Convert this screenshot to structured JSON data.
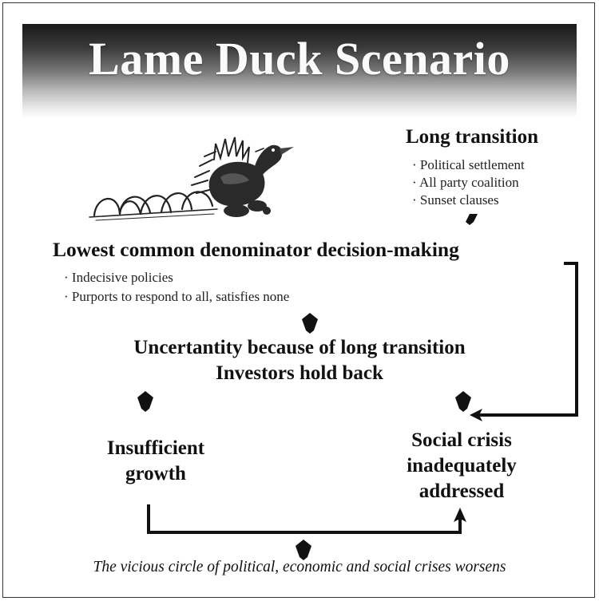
{
  "title": "Lame Duck Scenario",
  "long_transition": {
    "heading": "Long transition",
    "bullets": [
      "· Political settlement",
      "· All party coalition",
      "· Sunset clauses"
    ]
  },
  "decision_making": {
    "heading": "Lowest common denominator decision-making",
    "bullets": [
      "· Indecisive policies",
      "· Purports to respond to all, satisfies none"
    ]
  },
  "uncertainty": {
    "line1": "Uncertantity because of long transition",
    "line2": "Investors hold back"
  },
  "growth": {
    "line1": "Insufficient",
    "line2": "growth"
  },
  "social": {
    "line1": "Social crisis",
    "line2": "inadequately",
    "line3": "addressed"
  },
  "footer": "The vicious circle of political, economic and social crises worsens",
  "illustration": "running-duck-illustration",
  "colors": {
    "banner_dark": "#1a1a1a",
    "banner_light": "#ffffff",
    "text": "#111111",
    "border": "#333333"
  }
}
